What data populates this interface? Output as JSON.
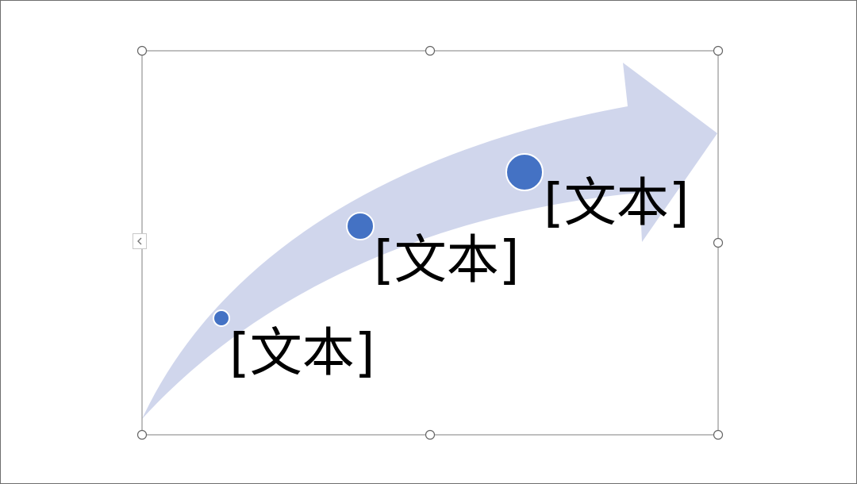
{
  "colors": {
    "arrow_fill": "#d0d6ec",
    "dot_fill": "#4472c4",
    "dot_stroke": "#ffffff",
    "selection_frame": "#7f7f7f",
    "handle_fill": "#ffffff",
    "handle_stroke": "#666666",
    "text": "#000000"
  },
  "diagram": {
    "nodes": [
      {
        "label": "[文本]"
      },
      {
        "label": "[文本]"
      },
      {
        "label": "[文本]"
      }
    ]
  },
  "icons": {
    "expand_text_pane": "chevron-left-icon"
  }
}
